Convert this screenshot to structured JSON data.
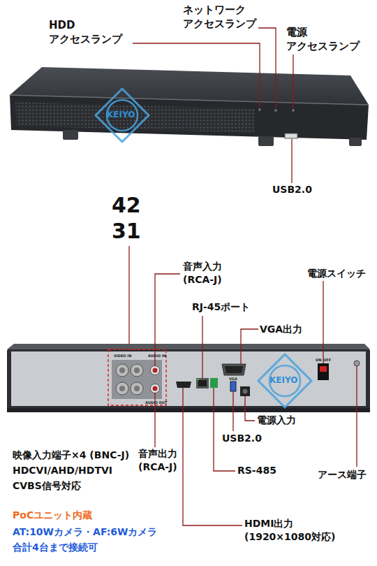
{
  "diagram": {
    "labels": [
      "HDD アクセスランプ",
      "ネットワーク アクセスランプ",
      "電源 アクセスランプ",
      "KEIYO",
      "USB2.0",
      "42",
      "31",
      "音声入力 (RCA-J)",
      "電源スイッチ",
      "RJ-45ポート",
      "VGA出力",
      "VIDEO IN",
      "AUDIO IN",
      "AUDIO OUT",
      "VGA",
      "ON",
      "OFF",
      "KEIYO",
      "電源入力",
      "USB2.0",
      "音声出力 (RCA-J)",
      "RS-485",
      "アース端子",
      "映像入力端子×4 (BNC-J) HDCVI/AHD/HDTVI CVBS信号対応",
      "PoCユニット内蔵",
      "AT:10Wカメラ・AF:6Wカメラ 合計4台まで接続可",
      "HDMI出力 (1920×1080対応)"
    ]
  }
}
